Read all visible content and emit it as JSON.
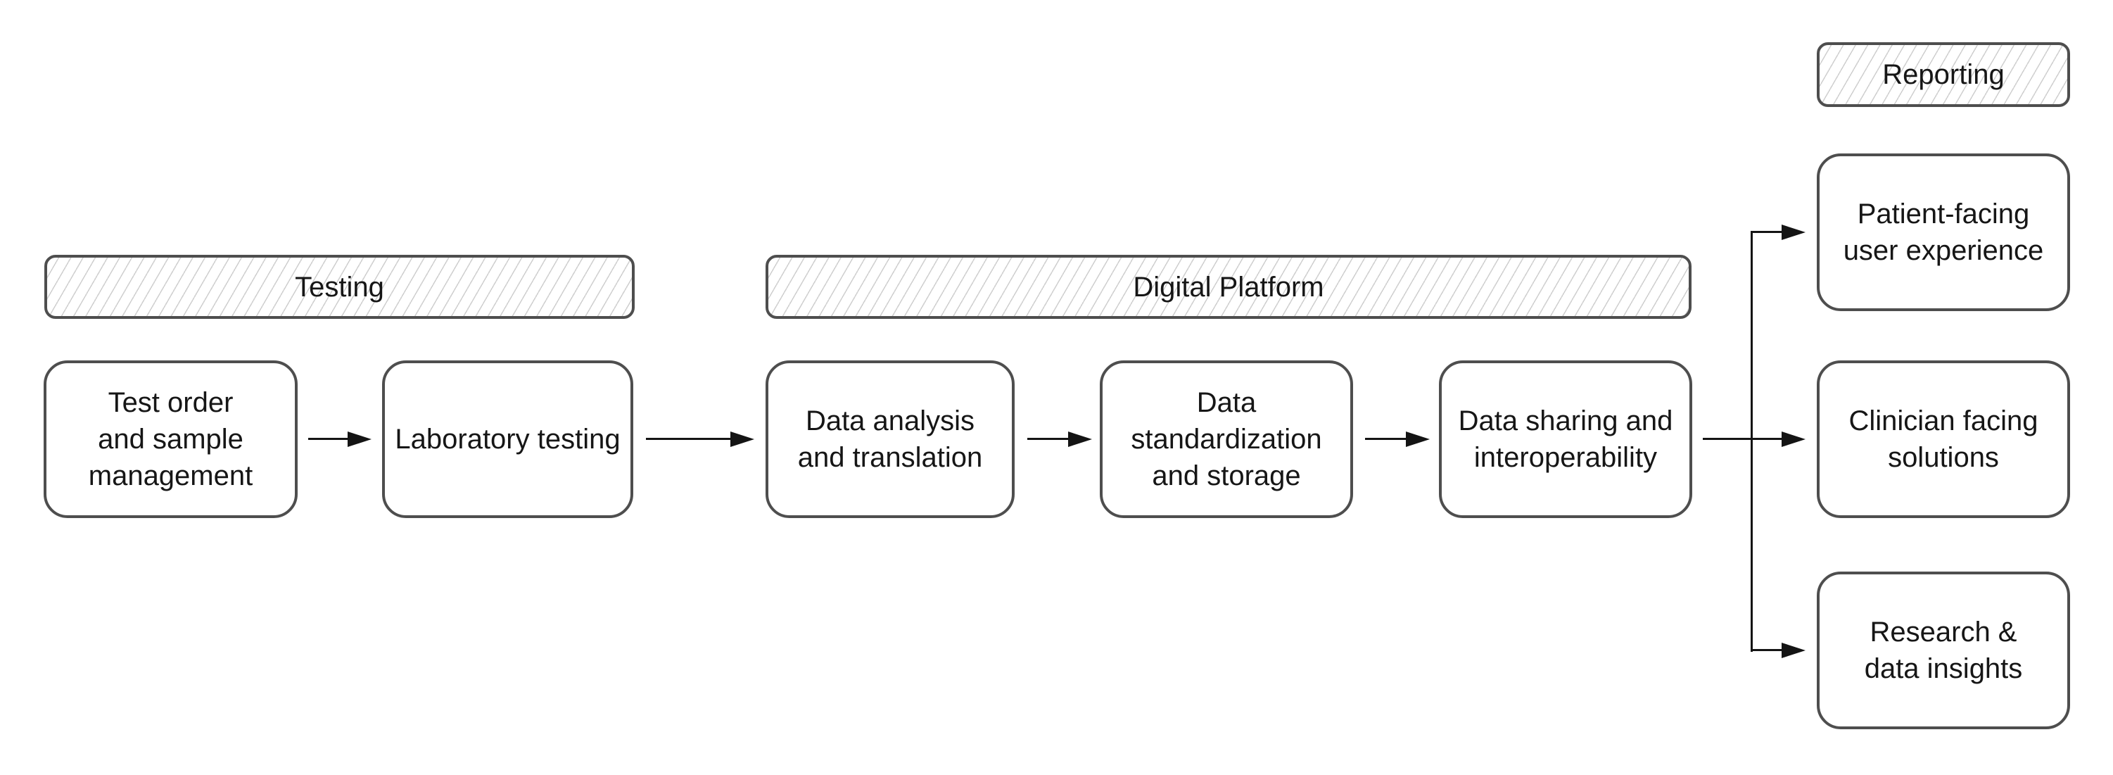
{
  "groups": {
    "testing": {
      "label": "Testing"
    },
    "digital_platform": {
      "label": "Digital Platform"
    },
    "reporting": {
      "label": "Reporting"
    }
  },
  "nodes": {
    "test_order": {
      "label": "Test order\nand sample\nmanagement"
    },
    "laboratory_testing": {
      "label": "Laboratory testing"
    },
    "data_analysis": {
      "label": "Data analysis\nand translation"
    },
    "data_standardization": {
      "label": "Data standardization\nand storage"
    },
    "data_sharing": {
      "label": "Data sharing and\ninteroperability"
    },
    "patient_facing": {
      "label": "Patient-facing\nuser experience"
    },
    "clinician_facing": {
      "label": "Clinician facing\nsolutions"
    },
    "research_data": {
      "label": "Research &\ndata insights"
    }
  },
  "edges": [
    {
      "from": "test_order",
      "to": "laboratory_testing"
    },
    {
      "from": "laboratory_testing",
      "to": "data_analysis"
    },
    {
      "from": "data_analysis",
      "to": "data_standardization"
    },
    {
      "from": "data_standardization",
      "to": "data_sharing"
    },
    {
      "from": "data_sharing",
      "to": "patient_facing"
    },
    {
      "from": "data_sharing",
      "to": "clinician_facing"
    },
    {
      "from": "data_sharing",
      "to": "research_data"
    }
  ],
  "colors": {
    "border": "#4e4e4e",
    "text": "#161616",
    "connector": "#141414",
    "hatch_line": "#cfcfcf",
    "background": "#ffffff"
  }
}
